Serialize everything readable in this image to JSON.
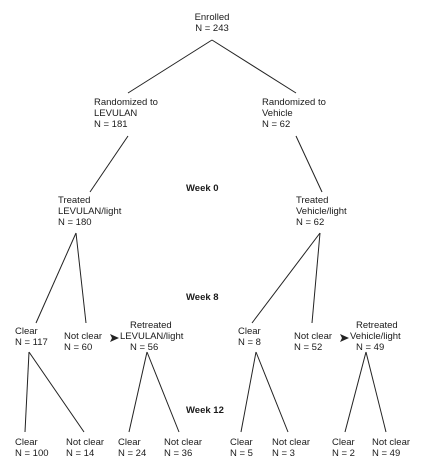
{
  "nodes": {
    "enrolled": {
      "l1": "Enrolled",
      "l2": "N = 243"
    },
    "rand_levulan": {
      "l1": "Randomized to",
      "l2": "LEVULAN",
      "l3": "N = 181"
    },
    "rand_vehicle": {
      "l1": "Randomized to",
      "l2": "Vehicle",
      "l3": "N = 62"
    },
    "treated_levulan": {
      "l1": "Treated",
      "l2": "LEVULAN/light",
      "l3": "N = 180"
    },
    "treated_vehicle": {
      "l1": "Treated",
      "l2": "Vehicle/light",
      "l3": "N = 62"
    },
    "lev_clear": {
      "l1": "Clear",
      "l2": "N = 117"
    },
    "lev_notclear": {
      "l1": "Not clear",
      "l2": "N = 60"
    },
    "lev_retreated": {
      "l1": "Retreated",
      "l2": "LEVULAN/light",
      "l3": "N = 56"
    },
    "veh_clear": {
      "l1": "Clear",
      "l2": "N = 8"
    },
    "veh_notclear": {
      "l1": "Not clear",
      "l2": "N = 52"
    },
    "veh_retreated": {
      "l1": "Retreated",
      "l2": "Vehicle/light",
      "l3": "N = 49"
    },
    "lev_clear_clear": {
      "l1": "Clear",
      "l2": "N = 100"
    },
    "lev_clear_notclear": {
      "l1": "Not clear",
      "l2": "N = 14"
    },
    "lev_re_clear": {
      "l1": "Clear",
      "l2": "N = 24"
    },
    "lev_re_notclear": {
      "l1": "Not clear",
      "l2": "N = 36"
    },
    "veh_clear_clear": {
      "l1": "Clear",
      "l2": "N = 5"
    },
    "veh_clear_notclear": {
      "l1": "Not clear",
      "l2": "N = 3"
    },
    "veh_re_clear": {
      "l1": "Clear",
      "l2": "N = 2"
    },
    "veh_re_notclear": {
      "l1": "Not clear",
      "l2": "N = 49"
    }
  },
  "weeks": {
    "w0": "Week 0",
    "w8": "Week 8",
    "w12": "Week 12"
  }
}
